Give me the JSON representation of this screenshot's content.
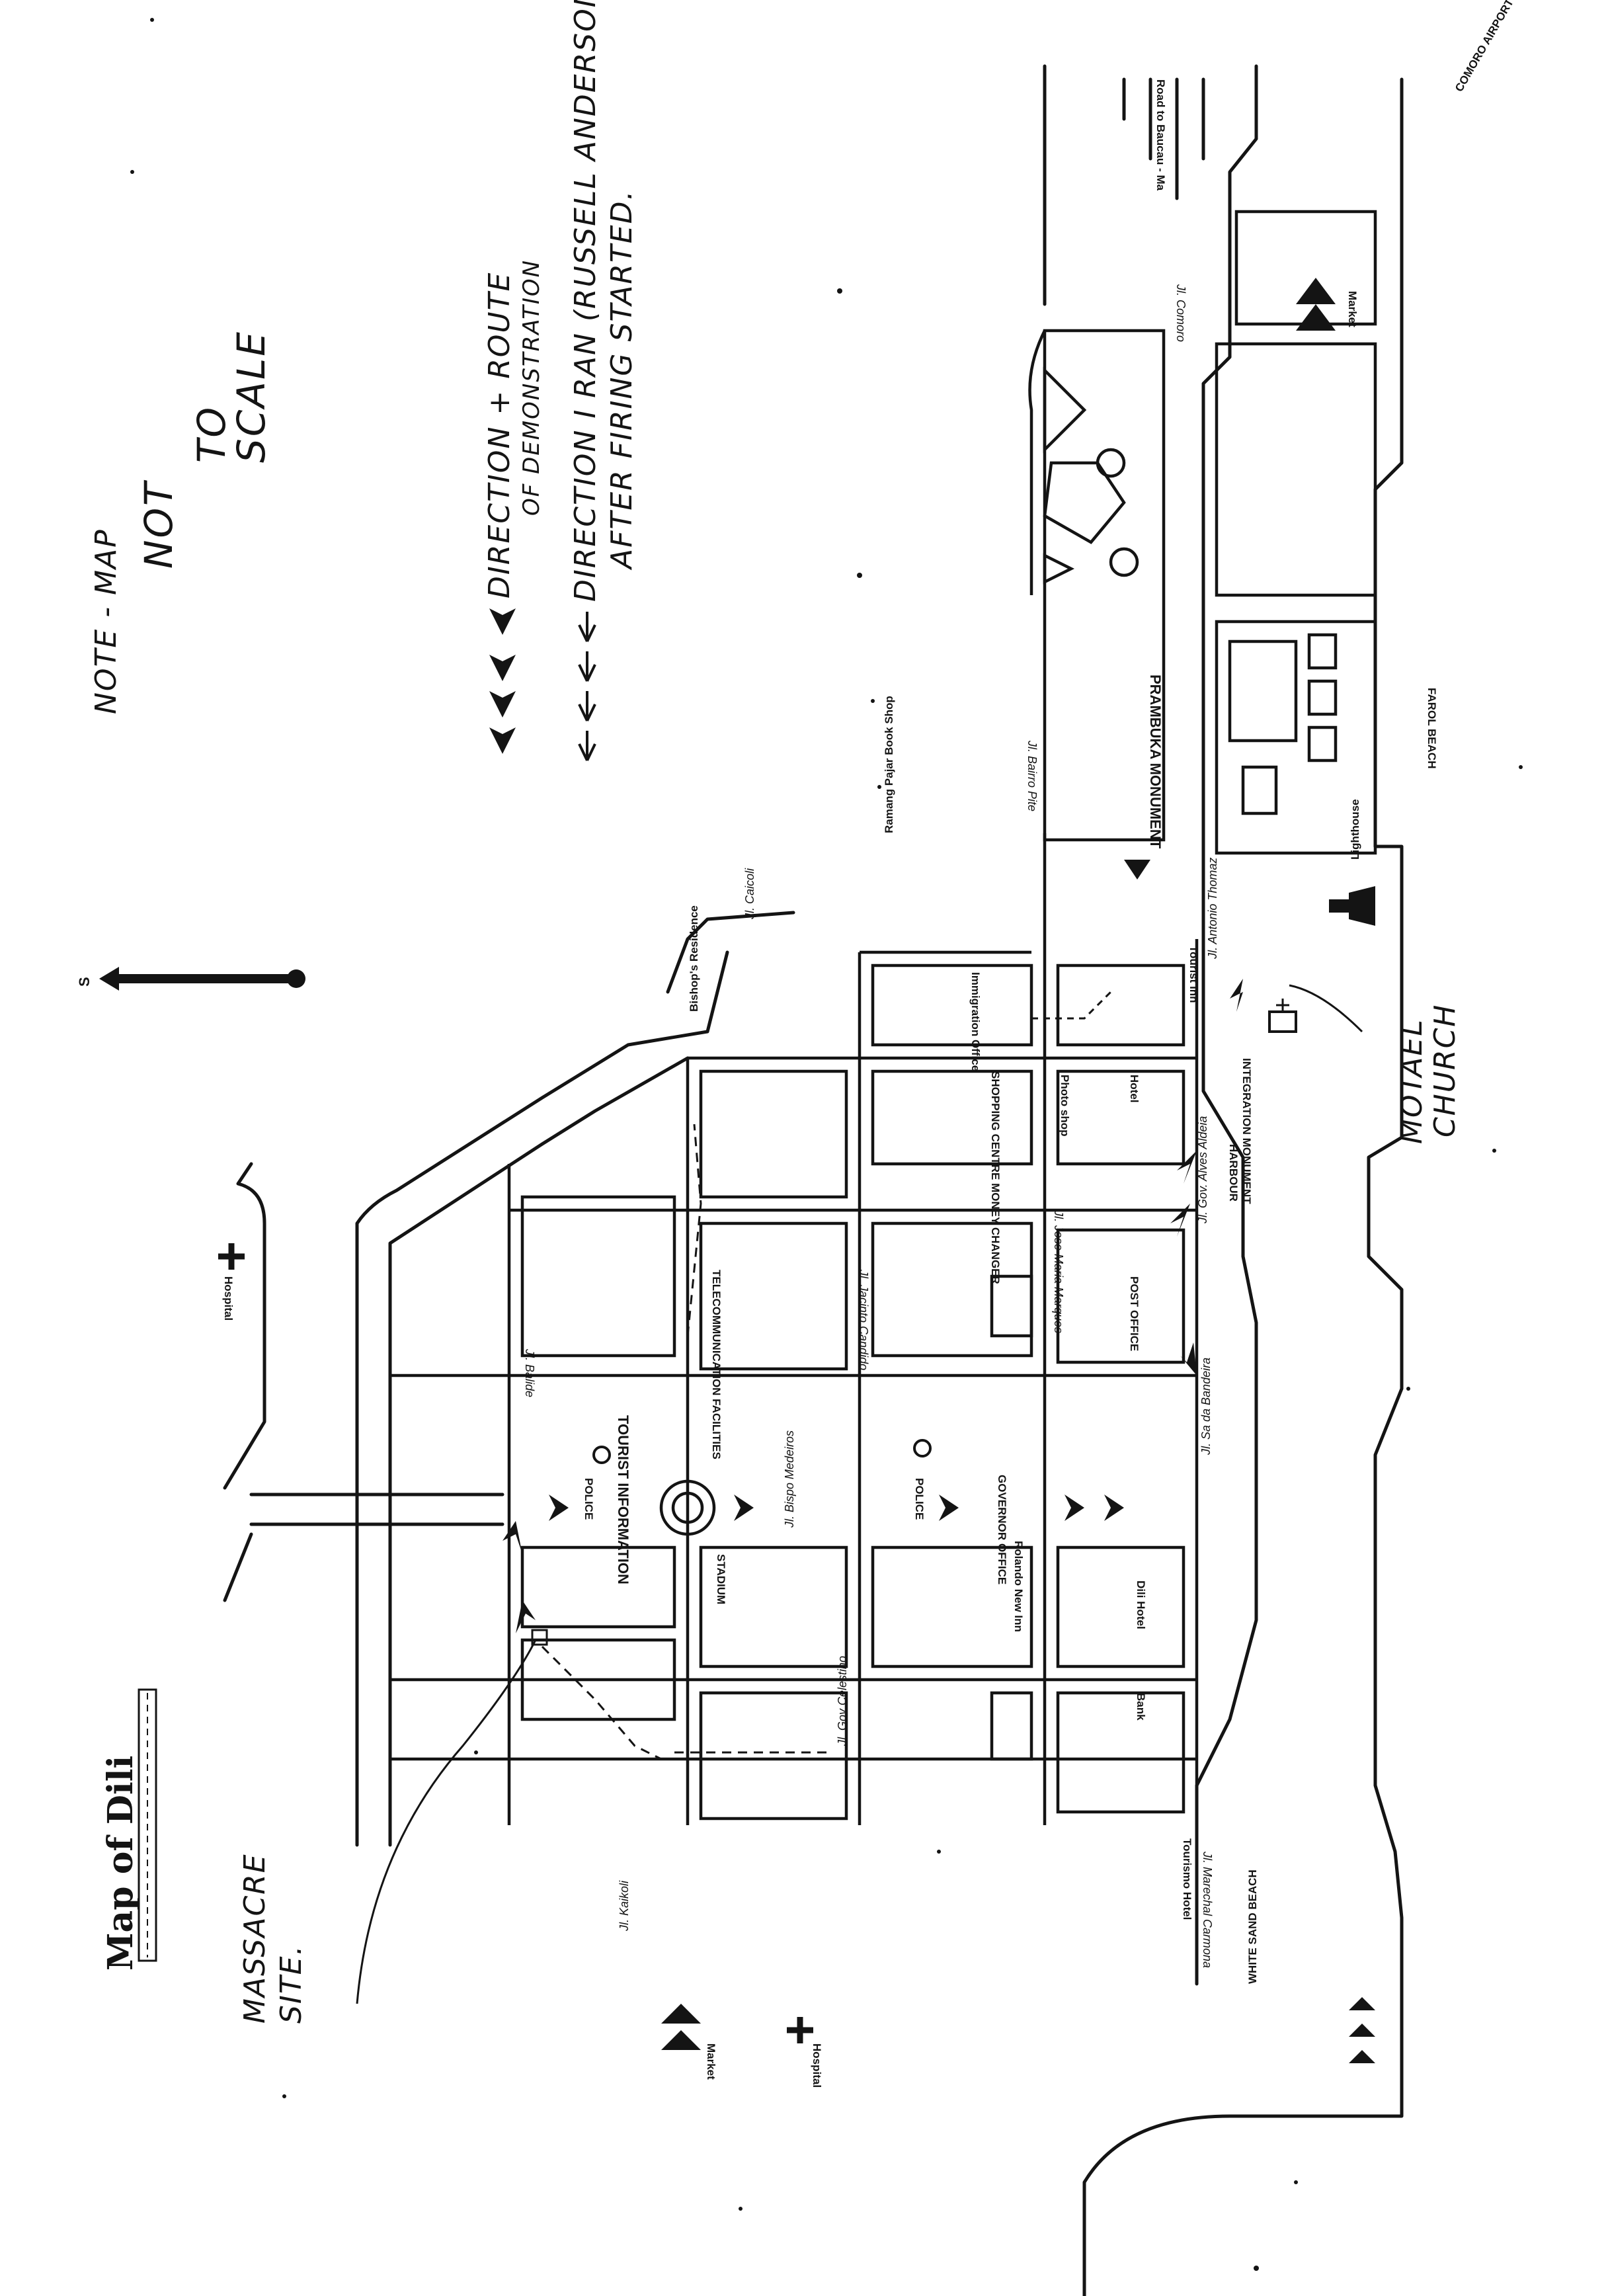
{
  "map": {
    "title": "Map of Dili",
    "notes": {
      "note_prefix": "NOTE - MAP",
      "note_not": "NOT",
      "note_to": "TO",
      "note_scale": "SCALE"
    },
    "legend": {
      "demonstration_route_line1": "DIRECTION + ROUTE",
      "demonstration_route_line2": "OF DEMONSTRATION",
      "escape_route_line1": "DIRECTION I RAN (RUSSELL ANDERSON)",
      "escape_route_line2": "AFTER FIRING STARTED."
    },
    "north_marker": "S",
    "annotations": {
      "massacre_line1": "MASSACRE",
      "massacre_line2": "SITE.",
      "motael_line1": "MOTAEL",
      "motael_line2": "CHURCH"
    },
    "landmarks": {
      "tourist_information": "TOURIST INFORMATION",
      "telecommunication": "TELECOMMUNICATION FACILITIES",
      "police_1": "POLICE",
      "police_2": "POLICE",
      "stadium": "STADIUM",
      "governor_office": "GOVERNOR OFFICE",
      "shopping_centre": "SHOPPING CENTRE MONEY CHANGER",
      "photo_shop": "Photo shop",
      "hotel": "Hotel",
      "post_office": "POST OFFICE",
      "immigration_office": "Immigration Office",
      "prambuka_monument": "PRAMBUKA MONUMENT",
      "lighthouse": "Lighthouse",
      "farol_beach": "FAROL BEACH",
      "white_sand_beach": "WHITE SAND BEACH",
      "harbour": "HARBOUR",
      "integration_monument": "INTEGRATION MONUMENT",
      "dili_hotel": "Dili Hotel",
      "bank": "Bank",
      "tourism_hotel": "Tourismo Hotel",
      "hospital_1": "Hospital",
      "hospital_2": "Hospital",
      "market_1": "Market",
      "market_2": "Market",
      "tourist_inn": "Tourist Inn",
      "bookshop": "Ramang Pajar Book Shop",
      "bishop_residence": "Bishop's Residence",
      "rolando_new_inn": "Rolando New Inn",
      "road_to_baucau": "Road to Baucau - Ma",
      "comoro_airport": "COMORO AIRPORT"
    },
    "streets": {
      "bairro_pite": "Jl. Bairro Pite",
      "jl_balide": "Jl. Balide",
      "jl_jacinto_candido": "Jl. Jacinto Candido",
      "jl_jose_maria_marques": "Jl. Jose Maria Marques",
      "jl_bispo_medeiros": "Jl. Bispo Medeiros",
      "jl_sada_bandeira": "Jl. Sa da Bandeira",
      "jl_gov_alves_aldeia": "Jl. Gov. Alves Aldeia",
      "jl_antonio_thomaz": "Jl. Antonio Thomaz",
      "jl_marshal_carmona": "Jl. Marechal Carmona",
      "jl_caicoli": "Jl. Caicoli",
      "jl_comoro": "Jl. Comoro",
      "jl_gov_celestino": "Jl. Gov Celestino",
      "jl_kaikoli": "Jl. Kaikoli"
    }
  }
}
